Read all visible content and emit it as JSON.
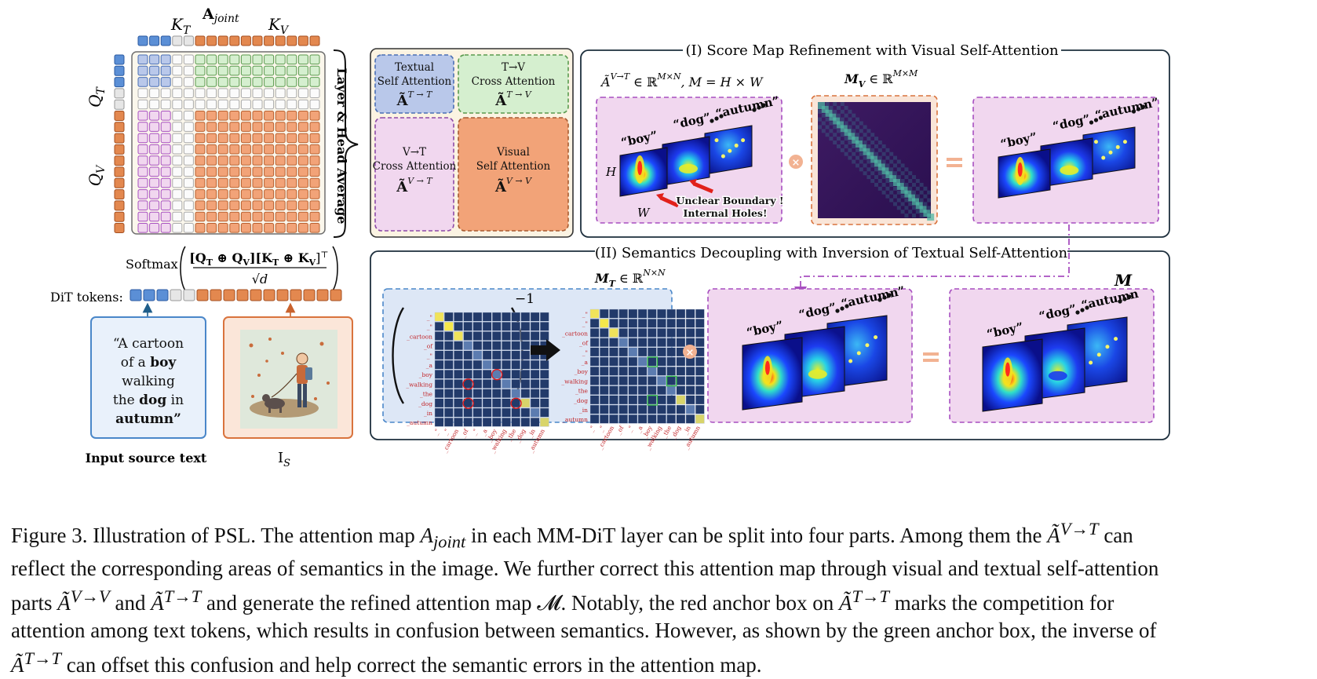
{
  "matrix_labels": {
    "k_t": "K_T",
    "a_joint": "A_joint",
    "k_v": "K_V",
    "q_t": "Q_T",
    "q_v": "Q_V",
    "layer_head_avg": "Layer & Head Average"
  },
  "softmax": {
    "word": "Softmax",
    "numerator": "[Q_T ⊕ Q_V][K_T ⊕ K_V]^⊤",
    "denominator": "√d"
  },
  "dit_tokens_label": "DiT tokens:",
  "input_text": {
    "line1": "“A cartoon",
    "line2_pre": "of a ",
    "line2_bold": "boy",
    "line3": "walking",
    "line4_pre": "the ",
    "line4_bold": "dog",
    "line4_post": " in",
    "line5_bold": "autumn”",
    "caption": "Input source text"
  },
  "image_label": "I_S",
  "quad": {
    "tt_title": [
      "Textual",
      "Self Attention"
    ],
    "tt_sym": "Ã^{T→T}",
    "tv_title": [
      "T→V",
      "Cross Attention"
    ],
    "tv_sym": "Ã^{T→V}",
    "vt_title": [
      "V→T",
      "Cross Attention"
    ],
    "vt_sym": "Ã^{V→T}",
    "vv_title": [
      "Visual",
      "Self Attention"
    ],
    "vv_sym": "Ã^{V→V}"
  },
  "panel1": {
    "title": "(I) Score Map Refinement with Visual Self-Attention",
    "formula": "Ã^{V→T} ∈ ℝ^{M×N},   M = H × W",
    "mv_formula": "M_V ∈ ℝ^{M×M}",
    "h": "H",
    "w": "W",
    "note1": "Unclear Boundary !",
    "note2": "Internal Holes!"
  },
  "panel2": {
    "title": "(II) Semantics Decoupling with Inversion of Textual Self-Attention",
    "mt_formula": "M_T ∈ ℝ^{N×N}",
    "inverse": "−1",
    "m_label": "M"
  },
  "words": [
    "“boy”",
    "“dog”",
    "“autumn”"
  ],
  "m_words": [
    "“boy”",
    "“dog”",
    "“autumn"
  ],
  "tokens": [
    "_\"",
    "_\"",
    "_cartoon",
    "_of",
    "_\"",
    "_a",
    "_boy",
    "_walking",
    "_the",
    "_dog",
    "_in",
    "_autumn"
  ],
  "caption_lines": [
    "Figure 3. Illustration of PSL. The attention map A_joint in each MM-DiT layer can be split into four parts. Among them the Ã^{V→T} can",
    "reflect the corresponding areas of semantics in the image. We further correct this attention map through visual and textual self-attention",
    "parts Ã^{V→V} and Ã^{T→T} and generate the refined attention map 𝓜. Notably, the red anchor box on Ã^{T→T} marks the competition for",
    "attention among text tokens, which results in confusion between semantics. However, as shown by the green anchor box, the inverse of",
    "Ã^{T→T} can offset this confusion and help correct the semantic errors in the attention map."
  ],
  "colors": {
    "text_token": "#5b8fd6",
    "pad_token": "#e6e6e6",
    "image_token": "#e3884f",
    "tt_region": "#b9c8ea",
    "tv_region": "#d5efcf",
    "vt_region": "#f1d7ef",
    "vv_region": "#f2a378",
    "panel_purple": "#a74fc0"
  }
}
